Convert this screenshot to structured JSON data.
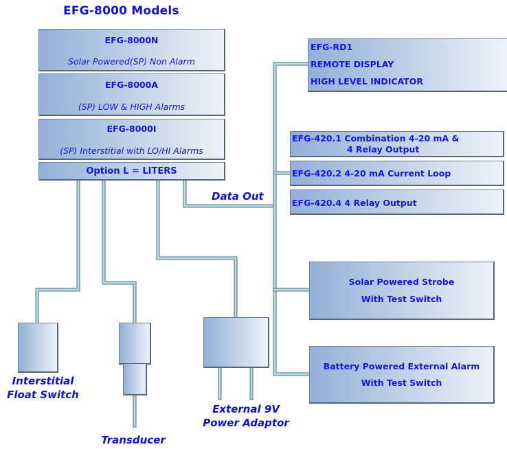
{
  "title": "EFG-8000 Models",
  "models": [
    {
      "name": "EFG-8000N",
      "desc": "Solar Powered(SP) Non Alarm"
    },
    {
      "name": "EFG-8000A",
      "desc": "(SP) LOW & HIGH Alarms"
    },
    {
      "name": "EFG-8000I",
      "desc": "(SP) Interstitial with LO/HI Alarms"
    }
  ],
  "option": "Option L = LITERS",
  "data_out_label": "Data Out",
  "remote_display": {
    "line1": "EFG-RD1",
    "line2": "REMOTE DISPLAY",
    "line3": "HIGH LEVEL INDICATOR"
  },
  "outputs": [
    {
      "line1": "EFG-420.1 Combination  4-20 mA &",
      "line2": "4 Relay Output"
    },
    {
      "line1": "EFG-420.2  4-20 mA Current Loop"
    },
    {
      "line1": "EFG-420.4  4 Relay Output"
    }
  ],
  "strobe": {
    "line1": "Solar Powered Strobe",
    "line2": "With Test Switch"
  },
  "alarm": {
    "line1": "Battery Powered External Alarm",
    "line2": "With Test Switch"
  },
  "devices": {
    "float_switch": {
      "line1": "Interstitial",
      "line2": "Float Switch"
    },
    "transducer": {
      "line1": "Transducer"
    },
    "adaptor": {
      "line1": "External 9V",
      "line2": "Power Adaptor"
    }
  },
  "colors": {
    "text": "#1515dc",
    "wire": "#b4dce6",
    "wire_edge": "#56707c",
    "box_left": "#94b0d8",
    "box_right": "#eef2fa"
  }
}
